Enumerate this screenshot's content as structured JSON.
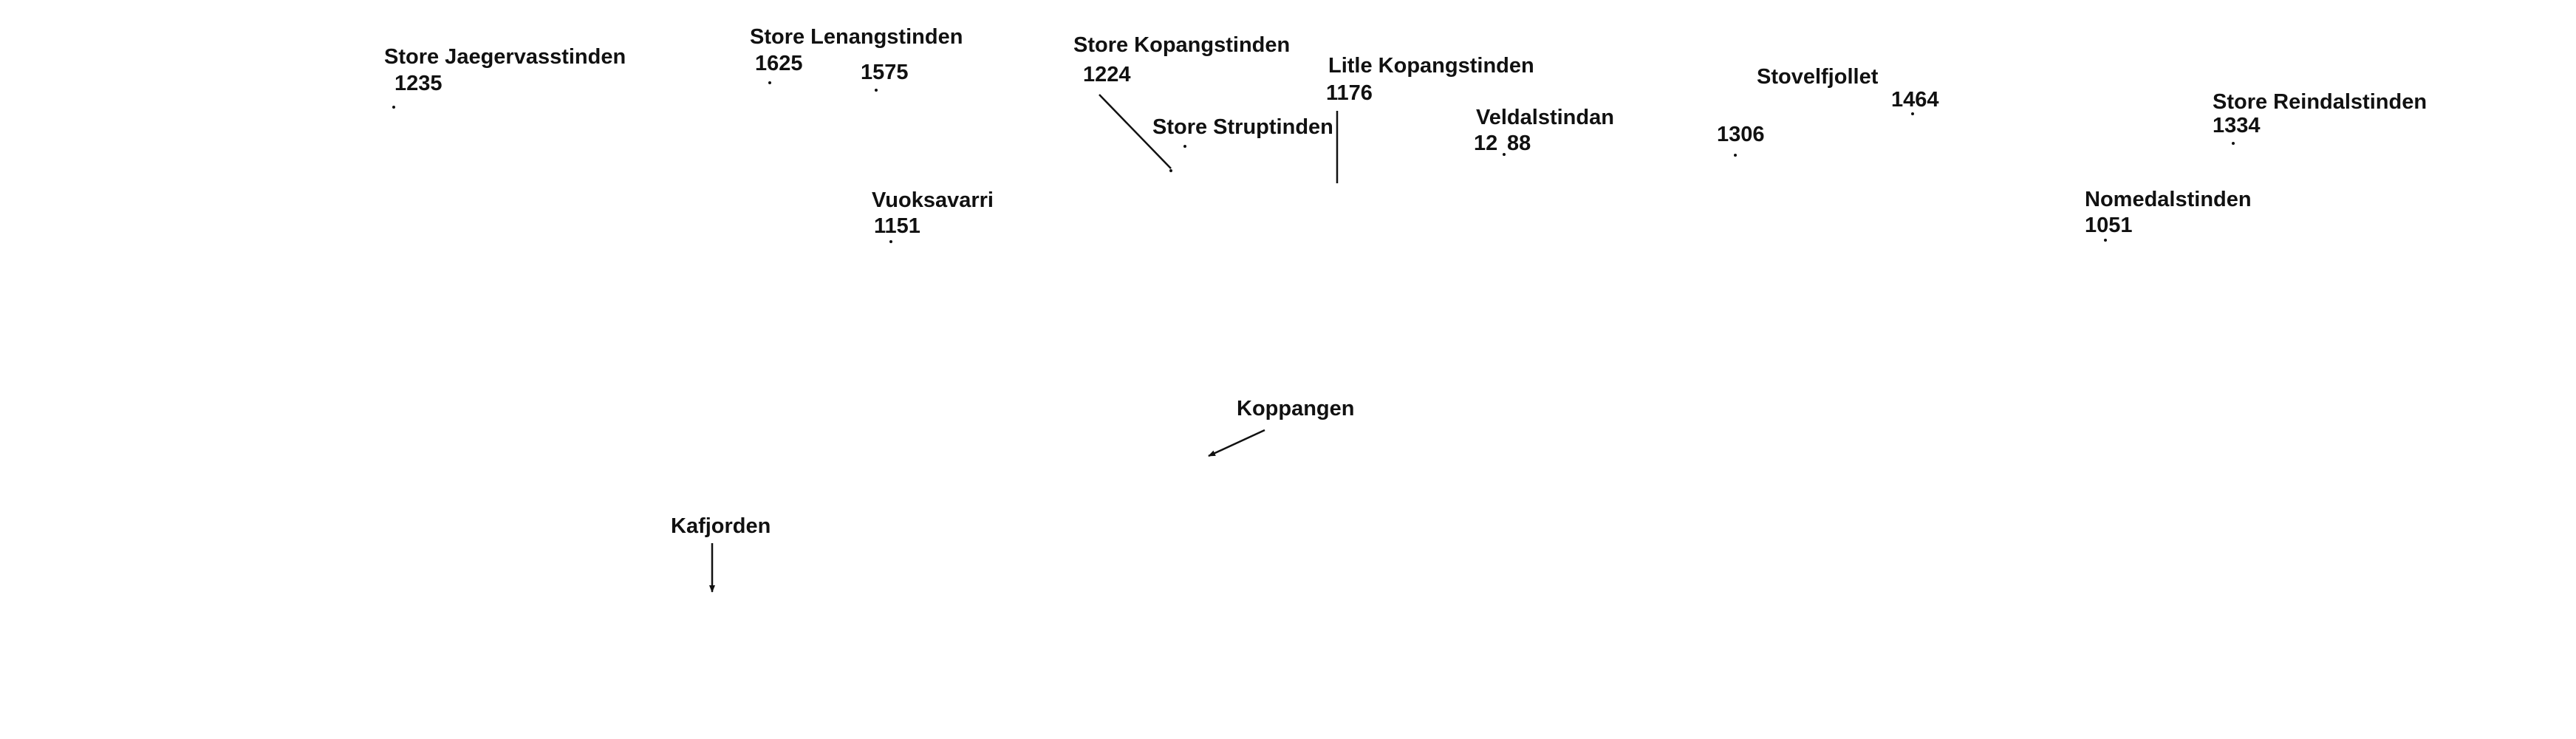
{
  "map": {
    "peaks": [
      {
        "name": "Store Jaegervasstinden",
        "elevation": "1235"
      },
      {
        "name": "Store Lenangstinden",
        "elevation": "1625"
      },
      {
        "name": "",
        "elevation": "1575"
      },
      {
        "name": "Store Kopangstinden",
        "elevation": "1224"
      },
      {
        "name": "Store Struptinden",
        "elevation": ""
      },
      {
        "name": "Litle Kopangstinden",
        "elevation": "1176"
      },
      {
        "name": "Veldalstindan",
        "elevation_left": "12",
        "elevation_right": "88"
      },
      {
        "name": "Vuoksavarri",
        "elevation": "1151"
      },
      {
        "name": "Stovelfjollet",
        "elevation": "1464"
      },
      {
        "name": "",
        "elevation": "1306"
      },
      {
        "name": "Store Reindalstinden",
        "elevation": "1334"
      },
      {
        "name": "Nomedalstinden",
        "elevation": "1051"
      }
    ],
    "places": [
      {
        "name": "Koppangen"
      },
      {
        "name": "Kafjorden"
      }
    ]
  },
  "colors": {
    "ink": "#111111",
    "background": "#ffffff"
  }
}
